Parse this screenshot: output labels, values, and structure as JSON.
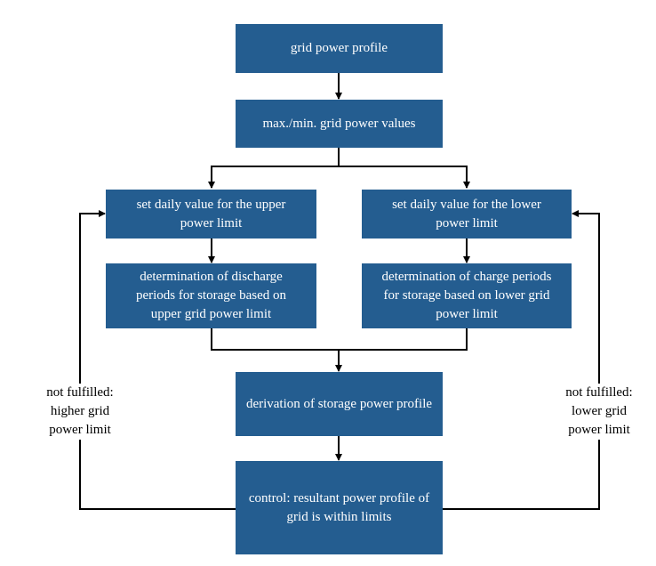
{
  "nodes": {
    "grid_profile": "grid power profile",
    "max_min": "max./min. grid power values",
    "upper_limit": "set daily value for the upper power limit",
    "lower_limit": "set daily value for the lower power limit",
    "discharge": "determination of discharge periods for storage based on upper grid power limit",
    "charge": "determination of charge periods for storage based on lower grid power limit",
    "storage_profile": "derivation of storage power profile",
    "control": "control: resultant power profile of grid is within limits"
  },
  "labels": {
    "left_feedback": "not fulfilled: higher grid power limit",
    "right_feedback": "not fulfilled: lower grid power limit"
  },
  "colors": {
    "box": "#245d90",
    "text": "#ffffff",
    "line": "#000000"
  }
}
